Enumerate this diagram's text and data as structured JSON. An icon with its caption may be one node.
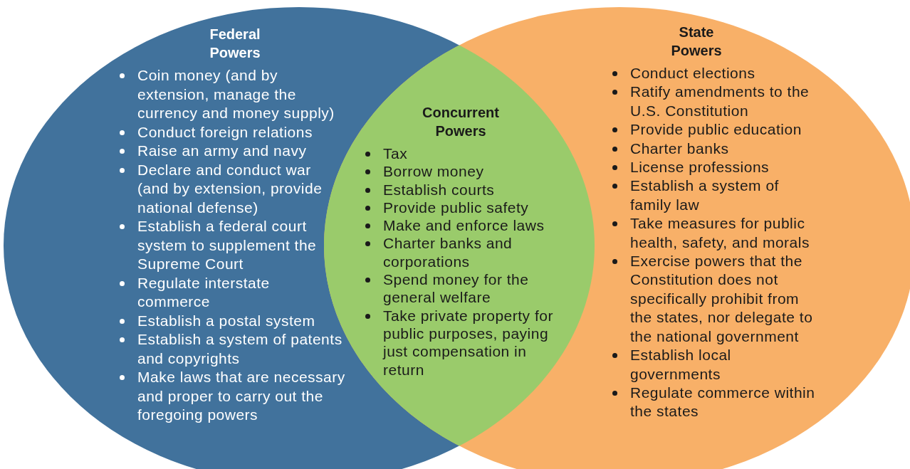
{
  "diagram": {
    "nodes": [
      {
        "text": [
          "Federal Powers",
          "Coin money (and by extension, manage the currency and money supply)",
          "Conduct foreign relations",
          "Raise an army and navy",
          "Declare and conduct war (and by extension, provide national defense)",
          "Establish a federal court system to supplement the Supreme Court",
          "Regulate interstate commerce",
          "Establish a postal system",
          "Establish a system of patents and copyrights",
          "Make laws that are necessary and proper to carry out the foregoing powers"
        ]
      },
      {
        "text": [
          "Concurrent Powers",
          "Tax",
          "Borrow money",
          "Establish courts",
          "Provide public safety",
          "Make and enforce laws",
          "Charter banks and corporations",
          "Spend money for the general welfare",
          "Take private property for public purposes, paying just compensation in return"
        ]
      },
      {
        "text": [
          "State Powers",
          "Conduct elections",
          "Ratify amendments to the U.S. Constitution",
          "Provide public education",
          "Charter banks",
          "License professions",
          "Establish a system of family law",
          "Take measures for public health, safety, and morals",
          "Exercise powers that the Constitution does not specifically prohibit from the states, nor delegate to the national government",
          "Establish local governments",
          "Regulate commerce within the states"
        ]
      }
    ]
  }
}
